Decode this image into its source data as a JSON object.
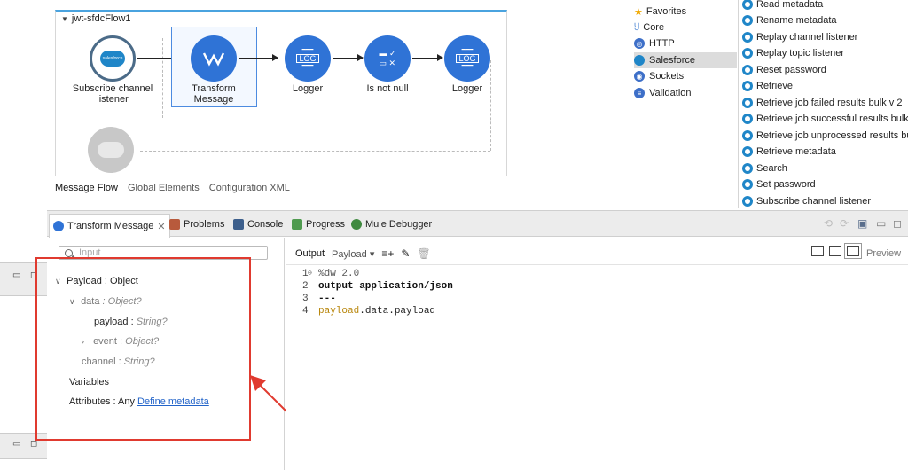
{
  "flow": {
    "name": "jwt-sfdcFlow1",
    "nodes": [
      {
        "label1": "Subscribe channel",
        "label2": "listener"
      },
      {
        "label1": "Transform",
        "label2": "Message"
      },
      {
        "label1": "Logger",
        "label2": ""
      },
      {
        "label1": "Is not null",
        "label2": ""
      },
      {
        "label1": "Logger",
        "label2": ""
      }
    ],
    "icon_text": {
      "salesforce": "salesforce",
      "log": "LOG"
    }
  },
  "canvas_tabs": [
    "Message Flow",
    "Global Elements",
    "Configuration XML"
  ],
  "palette": {
    "categories": [
      "Favorites",
      "Core",
      "HTTP",
      "Salesforce",
      "Sockets",
      "Validation"
    ],
    "selected": "Salesforce",
    "operations": [
      "Read metadata",
      "Rename metadata",
      "Replay channel listener",
      "Replay topic listener",
      "Reset password",
      "Retrieve",
      "Retrieve job failed results bulk v 2",
      "Retrieve job successful results bulk v",
      "Retrieve job unprocessed results bulk",
      "Retrieve metadata",
      "Search",
      "Set password",
      "Subscribe channel listener"
    ]
  },
  "panel_tabs": [
    "Transform Message",
    "Problems",
    "Console",
    "Progress",
    "Mule Debugger"
  ],
  "input": {
    "search_placeholder": "Input",
    "tree": {
      "payload": "Payload : Object",
      "data_name": "data",
      "data_type": ": Object?",
      "payload_field": "payload :",
      "payload_type": "String?",
      "event_name": "event :",
      "event_type": "Object?",
      "channel_name": "channel :",
      "channel_type": "String?",
      "variables": "Variables",
      "attributes": "Attributes : Any",
      "define_metadata": "Define metadata"
    }
  },
  "output": {
    "label": "Output",
    "target": "Payload",
    "preview": "Preview",
    "code": [
      {
        "n": "1",
        "text": "%dw 2.0"
      },
      {
        "n": "2",
        "text": "output application/json"
      },
      {
        "n": "3",
        "text": "---"
      },
      {
        "n": "4",
        "text_a": "payload",
        "text_b": ".data.payload"
      }
    ]
  },
  "colors": {
    "accent": "#2f73d6",
    "highlight_border": "#e03a2f",
    "salesforce": "#1f86c8"
  }
}
